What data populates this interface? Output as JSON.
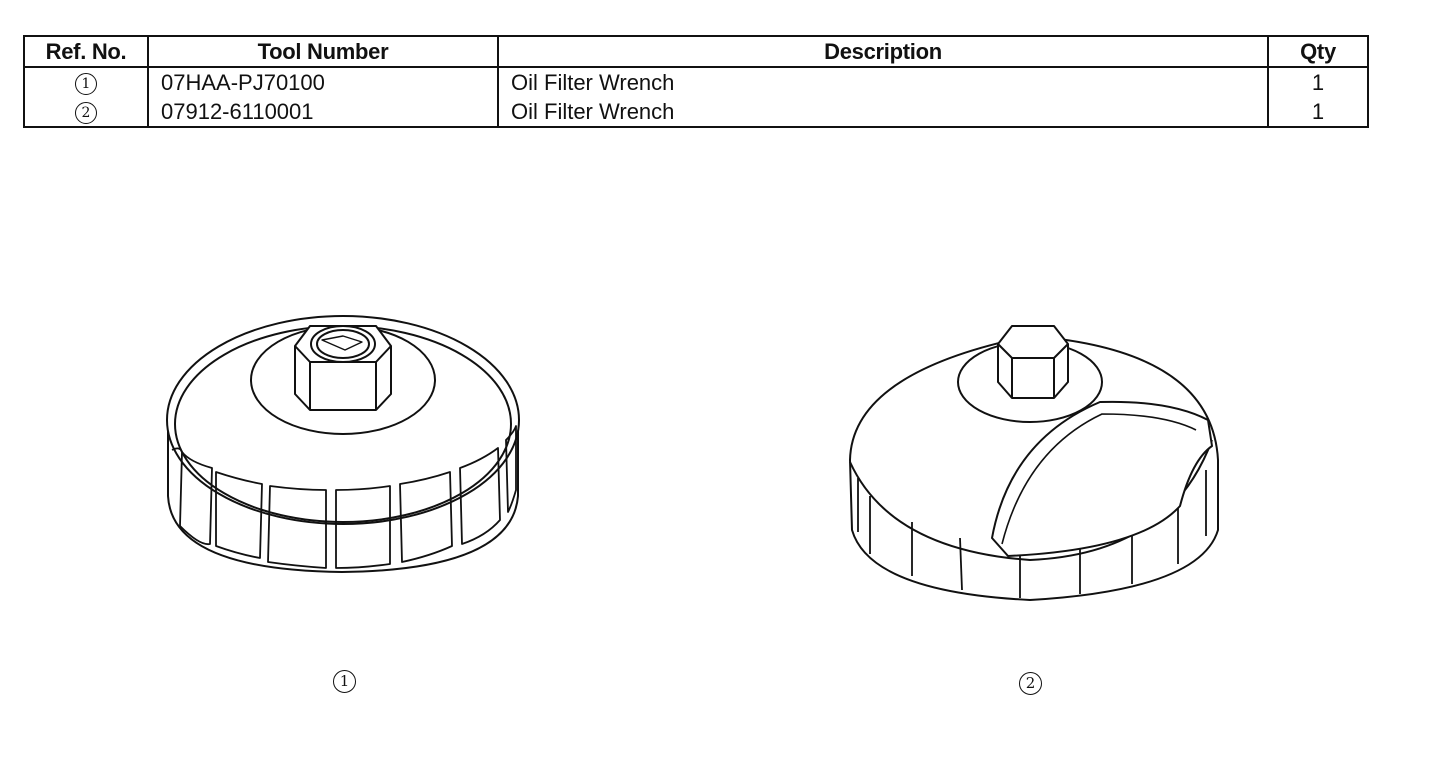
{
  "table": {
    "headers": {
      "ref": "Ref. No.",
      "tool": "Tool Number",
      "description": "Description",
      "qty": "Qty"
    },
    "rows": [
      {
        "ref": "1",
        "tool": "07HAA-PJ70100",
        "description": "Oil Filter Wrench",
        "qty": "1"
      },
      {
        "ref": "2",
        "tool": "07912-6110001",
        "description": "Oil Filter Wrench",
        "qty": "1"
      }
    ]
  },
  "figures": [
    {
      "label": "1",
      "icon": "oil-filter-cap-wrench-icon"
    },
    {
      "label": "2",
      "icon": "oil-filter-cap-wrench-slotted-icon"
    }
  ]
}
